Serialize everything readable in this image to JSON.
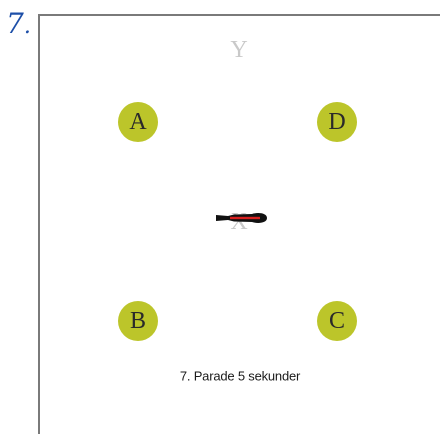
{
  "figure": {
    "number": "7",
    "number_dot": ".",
    "letters": {
      "top": "Y",
      "center": "X"
    },
    "markers": {
      "a": "A",
      "d": "D",
      "b": "B",
      "c": "C"
    },
    "caption": "7. Parade 5 sekunder",
    "colors": {
      "marker_fill": "#bcc52a",
      "faint_letter": "#c9c9c9",
      "number_ink": "#1d4fa8",
      "horse_body": "#111111",
      "horse_accent": "#d8201f"
    },
    "center_icon": "horse-topview-icon"
  }
}
